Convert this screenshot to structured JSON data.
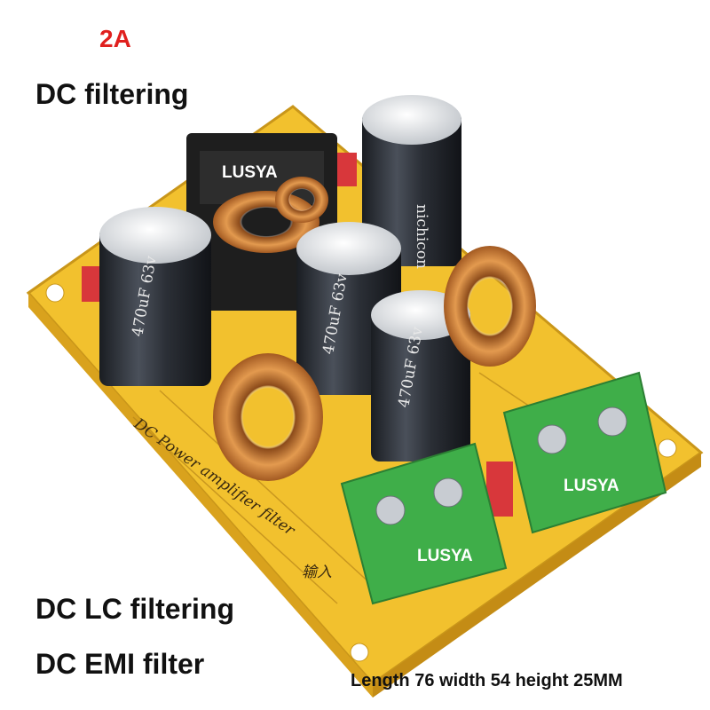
{
  "header": {
    "rating": "2A",
    "title": "DC filtering"
  },
  "footer": {
    "lc_label": "DC LC filtering",
    "emi_label": "DC EMI filter",
    "dimensions": "Length 76 width 54 height 25MM"
  },
  "board": {
    "silkscreen": "DC Power amplifier filter",
    "input_label": "输入",
    "brand_labels": [
      "LUSYA",
      "LUSYA",
      "LUSYA"
    ],
    "capacitor_marking": {
      "value": "470",
      "unit": "uF",
      "voltage": "63v",
      "maker": "nichicon"
    }
  },
  "colors": {
    "pcb": "#f2c12e",
    "terminal": "#3fae49",
    "capacitor": "#2b2f36",
    "copper": "#c9772e",
    "rating": "#e0201e"
  }
}
